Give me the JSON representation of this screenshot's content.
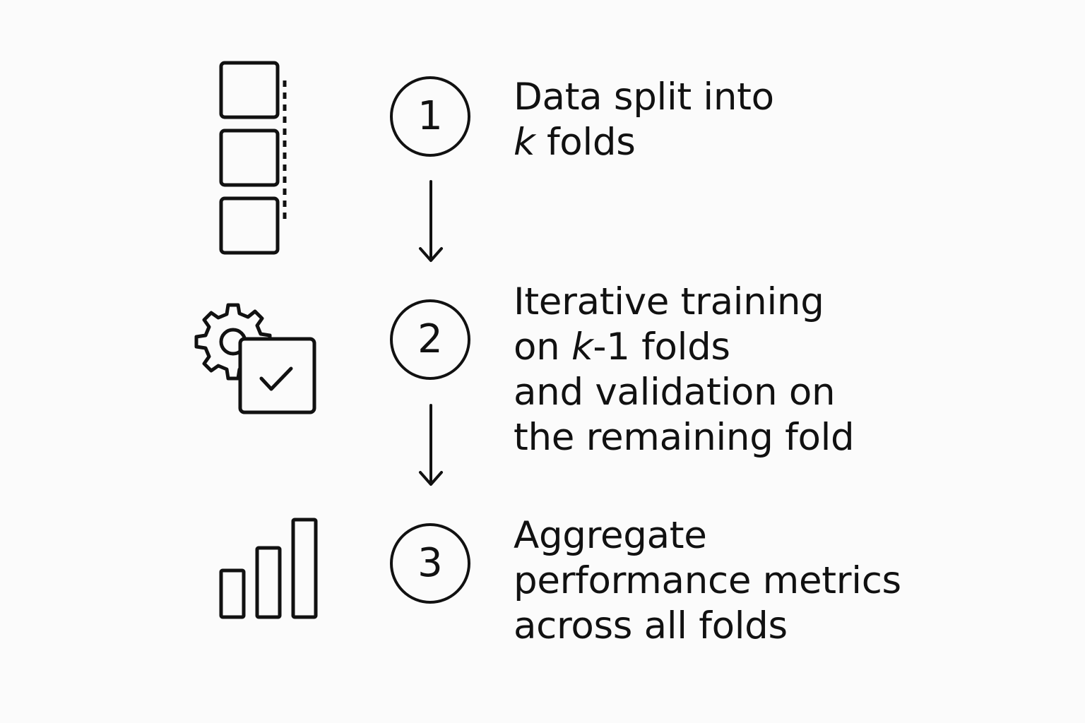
{
  "steps": [
    {
      "number": "1",
      "icon": "stacked-folds-icon",
      "text_lines": [
        [
          {
            "text": "Data split into"
          }
        ],
        [
          {
            "text": "k",
            "italic": true
          },
          {
            "text": " folds"
          }
        ]
      ]
    },
    {
      "number": "2",
      "icon": "gear-checkbox-icon",
      "text_lines": [
        [
          {
            "text": "Iterative training"
          }
        ],
        [
          {
            "text": "on "
          },
          {
            "text": "k",
            "italic": true
          },
          {
            "text": "-1 folds"
          }
        ],
        [
          {
            "text": "and validation on"
          }
        ],
        [
          {
            "text": "the remaining fold"
          }
        ]
      ]
    },
    {
      "number": "3",
      "icon": "bar-chart-icon",
      "text_lines": [
        [
          {
            "text": "Aggregate"
          }
        ],
        [
          {
            "text": "performance metrics"
          }
        ],
        [
          {
            "text": "across all folds"
          }
        ]
      ]
    }
  ],
  "colors": {
    "background": "#fbfbfb",
    "ink": "#111111"
  }
}
